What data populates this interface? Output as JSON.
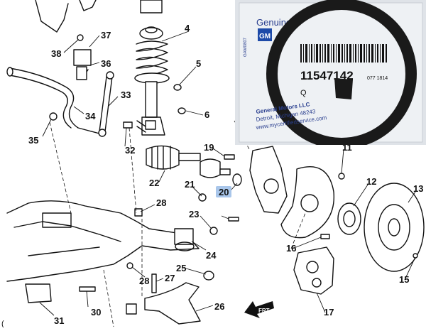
{
  "diagram": {
    "callouts": [
      "4",
      "5",
      "6",
      "11",
      "12",
      "13",
      "15",
      "16",
      "17",
      "19",
      "20",
      "21",
      "22",
      "23",
      "24",
      "25",
      "26",
      "27",
      "28",
      "30",
      "31",
      "32",
      "33",
      "34",
      "35",
      "36",
      "37",
      "38"
    ],
    "highlighted_callout": "20",
    "highlight_color": "#a9c6ea",
    "front_arrow_label": "FRT",
    "corner_mark": "("
  },
  "photo": {
    "brand_line": "Genuine",
    "logo_text": "GM",
    "side_code": "GAM0807",
    "part_number": "11547142",
    "barcode_small": "077 1814",
    "qty_label": "Q",
    "maker_name": "General Motors LLC",
    "maker_city": "Detroit, Michigan 48243",
    "maker_site": "www.mycertifiedservice.com",
    "gasket_color": "#1a1a1a"
  }
}
